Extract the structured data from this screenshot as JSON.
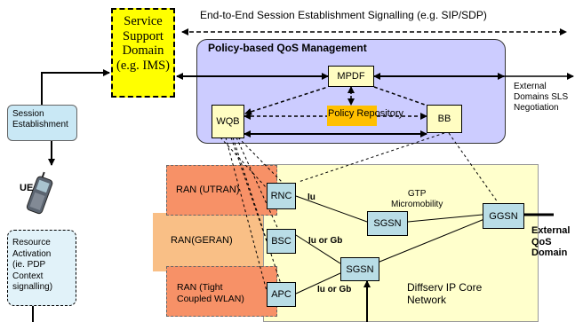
{
  "top_signalling": "End-to-End Session Establishment Signalling (e.g. SIP/SDP)",
  "service_support": [
    "Service",
    "Support",
    "Domain",
    "(e.g. IMS)"
  ],
  "policy_title": "Policy-based QoS Management",
  "mpdf": "MPDF",
  "policy_repository": "Policy Repository",
  "wqb": "WQB",
  "bb": "BB",
  "external_sls": [
    "External",
    "Domains SLS",
    "Negotiation"
  ],
  "session_establishment": [
    "Session",
    "Establishment"
  ],
  "ue": "UE",
  "resource_activation": [
    "Resource",
    "Activation",
    "(ie. PDP",
    "Context",
    "signalling)"
  ],
  "ran_utran": "RAN (UTRAN)",
  "ran_geran": "RAN(GERAN)",
  "ran_wlan": [
    "RAN (Tight",
    "Coupled WLAN)"
  ],
  "rnc": "RNC",
  "bsc": "BSC",
  "apc": "APC",
  "iu": "Iu",
  "iu_or_gb_1": "Iu or Gb",
  "iu_or_gb_2": "Iu or Gb",
  "gtp": [
    "GTP",
    "Micromobility"
  ],
  "sgsn_1": "SGSN",
  "sgsn_2": "SGSN",
  "ggsn": "GGSN",
  "external_qos": [
    "External",
    "QoS",
    "Domain"
  ],
  "diffserv": [
    "Diffserv IP Core",
    "Network"
  ],
  "colors": {
    "service_support_fill": "#ffff00",
    "policy_fill": "#ccccff",
    "repository_fill": "#ffc000",
    "node_fill": "#fffdc2",
    "access_node_fill": "#b9dde6",
    "core_fill": "#ffffcc",
    "ran_utran_fill": "#f79167",
    "ran_geran_fill": "#f9bf86",
    "ran_wlan_fill": "#f79167",
    "session_fill": "#c9e8f5",
    "resource_fill": "#e1f2f9"
  }
}
